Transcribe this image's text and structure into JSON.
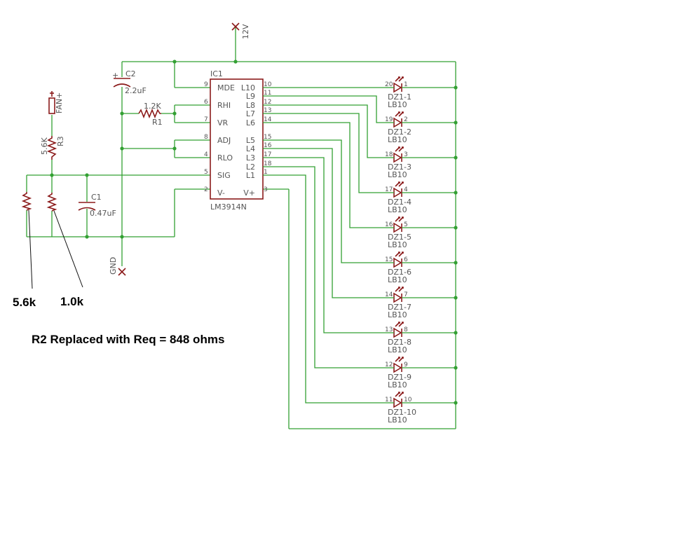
{
  "supply": "12V",
  "ground": "GND",
  "fan": "FAN+",
  "ic": {
    "ref": "IC1",
    "part": "LM3914N",
    "left_pins": [
      {
        "num": "9",
        "name": "MDE"
      },
      {
        "num": "6",
        "name": "RHI"
      },
      {
        "num": "7",
        "name": "VR"
      },
      {
        "num": "8",
        "name": "ADJ"
      },
      {
        "num": "4",
        "name": "RLO"
      },
      {
        "num": "5",
        "name": "SIG"
      },
      {
        "num": "2",
        "name": "V-"
      }
    ],
    "right_pins": [
      {
        "num": "10",
        "name": "L10"
      },
      {
        "num": "11",
        "name": "L9"
      },
      {
        "num": "12",
        "name": "L8"
      },
      {
        "num": "13",
        "name": "L7"
      },
      {
        "num": "14",
        "name": "L6"
      },
      {
        "num": "15",
        "name": "L5"
      },
      {
        "num": "16",
        "name": "L4"
      },
      {
        "num": "17",
        "name": "L3"
      },
      {
        "num": "18",
        "name": "L2"
      },
      {
        "num": "1",
        "name": "L1"
      },
      {
        "num": "3",
        "name": "V+"
      }
    ]
  },
  "components": {
    "c2": {
      "ref": "C2",
      "value": "2.2uF",
      "plus": "+"
    },
    "c1": {
      "ref": "C1",
      "value": "0.47uF"
    },
    "r1": {
      "ref": "R1",
      "value": "1.2K"
    },
    "r3": {
      "ref": "R3",
      "value": "5.6K"
    }
  },
  "leds": [
    {
      "ref": "DZ1-1",
      "type": "LB10",
      "pin_a": "20",
      "pin_b": "1"
    },
    {
      "ref": "DZ1-2",
      "type": "LB10",
      "pin_a": "19",
      "pin_b": "2"
    },
    {
      "ref": "DZ1-3",
      "type": "LB10",
      "pin_a": "18",
      "pin_b": "3"
    },
    {
      "ref": "DZ1-4",
      "type": "LB10",
      "pin_a": "17",
      "pin_b": "4"
    },
    {
      "ref": "DZ1-5",
      "type": "LB10",
      "pin_a": "16",
      "pin_b": "5"
    },
    {
      "ref": "DZ1-6",
      "type": "LB10",
      "pin_a": "15",
      "pin_b": "6"
    },
    {
      "ref": "DZ1-7",
      "type": "LB10",
      "pin_a": "14",
      "pin_b": "7"
    },
    {
      "ref": "DZ1-8",
      "type": "LB10",
      "pin_a": "13",
      "pin_b": "8"
    },
    {
      "ref": "DZ1-9",
      "type": "LB10",
      "pin_a": "12",
      "pin_b": "9"
    },
    {
      "ref": "DZ1-10",
      "type": "LB10",
      "pin_a": "11",
      "pin_b": "10"
    }
  ],
  "annotations": {
    "r_left": "5.6k",
    "r_right": "1.0k",
    "note": "R2 Replaced with Req = 848 ohms"
  }
}
